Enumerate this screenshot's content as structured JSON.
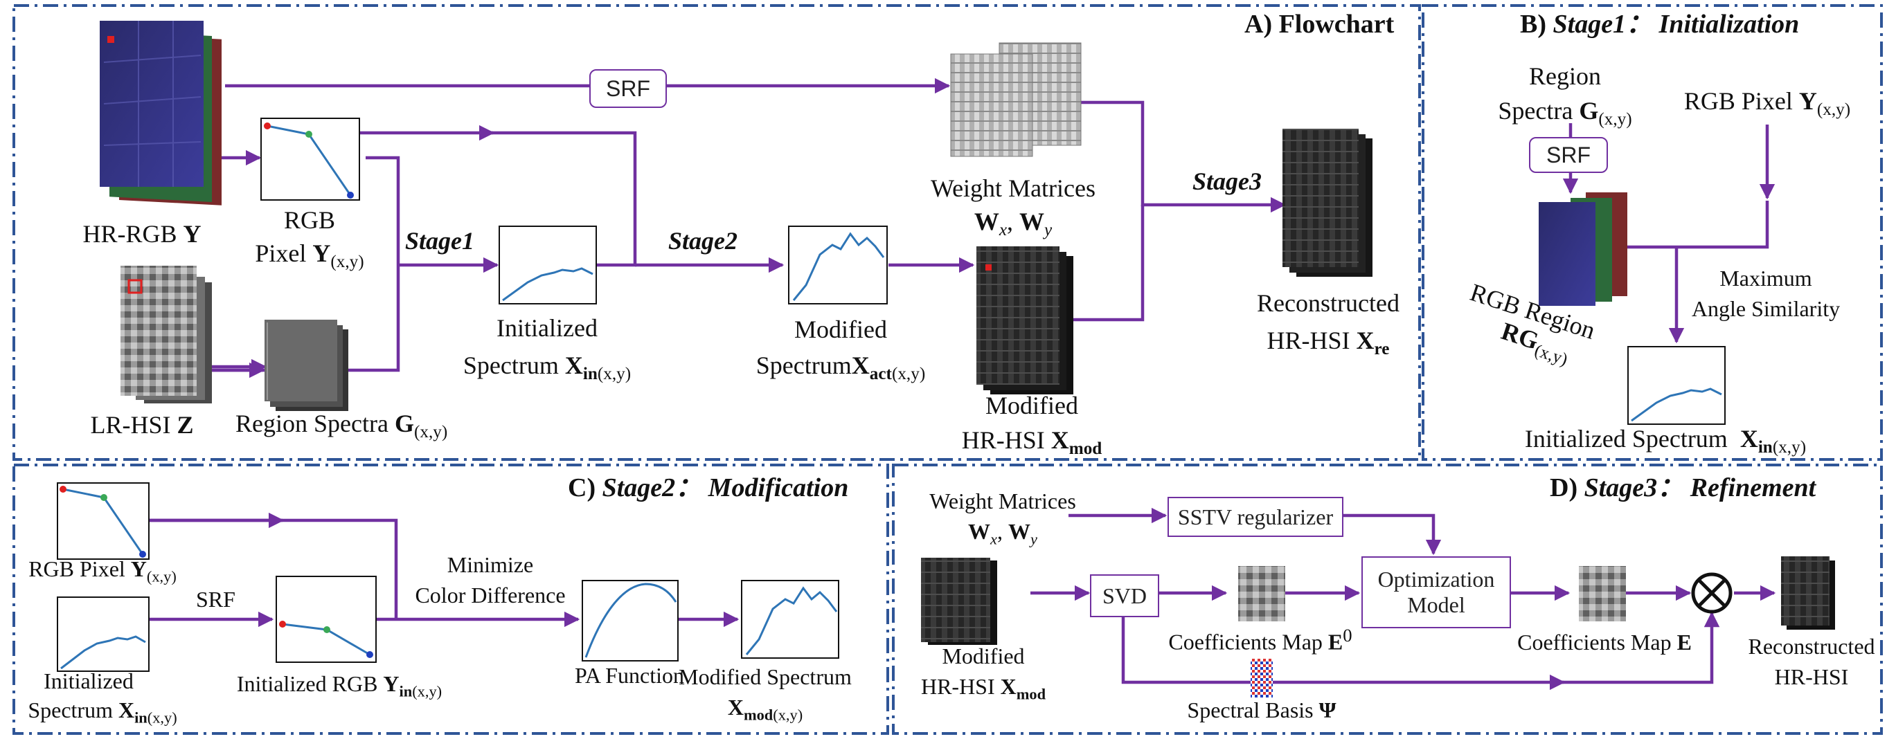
{
  "panels": {
    "a": {
      "label": "A) Flowchart"
    },
    "b": {
      "prefix": "B)",
      "name": "Stage1： Initialization"
    },
    "c": {
      "prefix": "C)",
      "name": "Stage2： Modification"
    },
    "d": {
      "prefix": "D)",
      "name": "Stage3： Refinement"
    }
  },
  "flowchart": {
    "hr_rgb": "HR-RGB",
    "hr_rgb_sym": "Y",
    "rgb_pixel_1": "RGB",
    "rgb_pixel_2": "Pixel",
    "lr_hsi": "LR-HSI",
    "lr_hsi_sym": "Z",
    "region_spectra": "Region Spectra",
    "srf": "SRF",
    "stage1": "Stage1",
    "stage2": "Stage2",
    "stage3": "Stage3",
    "initialized_1": "Initialized",
    "initialized_2": "Spectrum",
    "modified_1": "Modified",
    "modified_2": "Spectrum",
    "weight_matrices": "Weight Matrices",
    "modified_hsi_1": "Modified",
    "modified_hsi_2": "HR-HSI",
    "reconstructed_1": "Reconstructed",
    "reconstructed_2": "HR-HSI"
  },
  "init_panel": {
    "region_1": "Region",
    "region_2": "Spectra",
    "srf": "SRF",
    "rgb_pixel": "RGB Pixel",
    "rgb_region": "RGB Region",
    "max_angle_1": "Maximum",
    "max_angle_2": "Angle Similarity",
    "initialized": "Initialized Spectrum"
  },
  "mod_panel": {
    "rgb_pixel": "RGB Pixel",
    "srf": "SRF",
    "minimize_1": "Minimize",
    "minimize_2": "Color Difference",
    "initialized_1": "Initialized",
    "initialized_2": "Spectrum",
    "initialized_rgb": "Initialized RGB",
    "pa_function": "PA Function",
    "modified_1": "Modified Spectrum"
  },
  "ref_panel": {
    "weight_matrices": "Weight Matrices",
    "sstv": "SSTV regularizer",
    "svd": "SVD",
    "coeff_map_0": "Coefficients Map",
    "optimization_1": "Optimization",
    "optimization_2": "Model",
    "coeff_map": "Coefficients Map",
    "reconstructed_1": "Reconstructed",
    "reconstructed_2": "HR-HSI",
    "modified_1": "Modified",
    "modified_2": "HR-HSI",
    "spectral_basis": "Spectral Basis"
  },
  "colors": {
    "arrow": "#7030a0",
    "border": "#2f5597",
    "curve": "#2e75b6",
    "red": "#e02020",
    "green": "#3aa856",
    "blue": "#1f3fbf"
  }
}
